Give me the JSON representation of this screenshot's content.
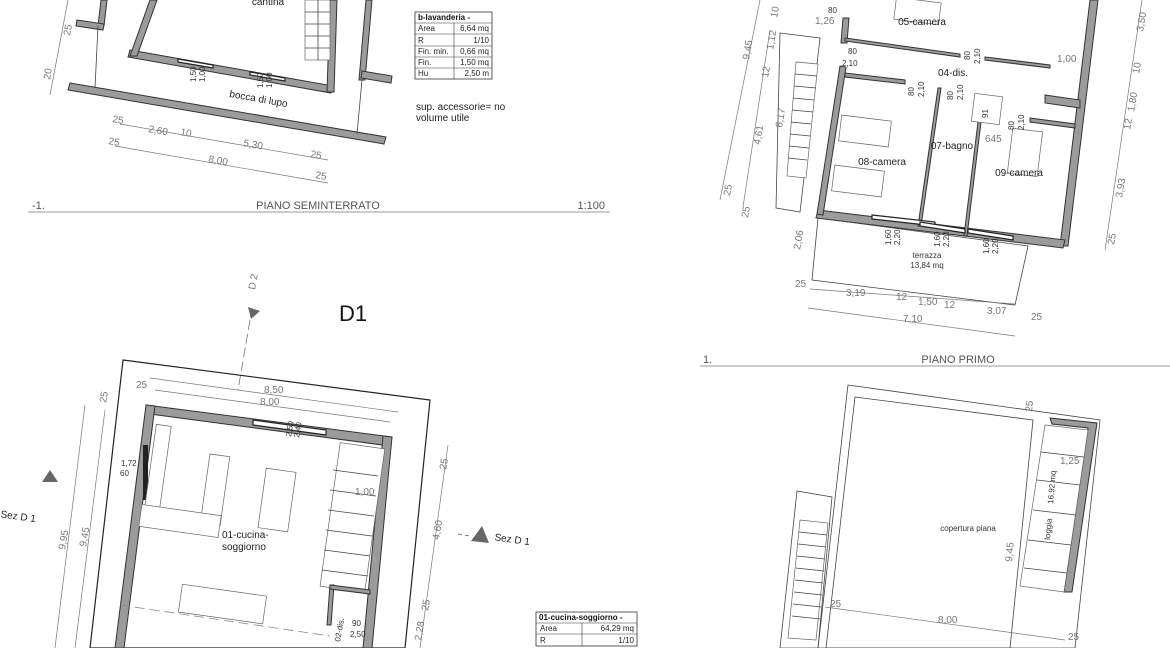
{
  "seminterrato": {
    "floor_number": "-1.",
    "title": "PIANO SEMINTERRATO",
    "scale": "1:100",
    "rooms": {
      "cantina": "cantina",
      "bocca": "bocca di lupo"
    },
    "windows": [
      {
        "w": "1,50",
        "h": "1,00"
      },
      {
        "w": "1,50",
        "h": "1,00"
      }
    ],
    "dims": {
      "d25a": "25",
      "d260": "2,60",
      "d10": "10",
      "d530": "5,30",
      "d25b": "25",
      "d25c": "25",
      "d800": "8,00",
      "d25d": "25",
      "left25": "25",
      "left20": "20"
    },
    "table": {
      "header": "b-lavanderia -",
      "rows": [
        {
          "k": "Area",
          "v": "6,64 mq"
        },
        {
          "k": "R",
          "v": "1/10"
        },
        {
          "k": "Fin. min.",
          "v": "0,66 mq"
        },
        {
          "k": "Fin.",
          "v": "1,50 mq"
        },
        {
          "k": "Hu",
          "v": "2,50 m"
        }
      ]
    },
    "note_line1": "sup. accessorie= no",
    "note_line2": "volume utile"
  },
  "primo": {
    "floor_number": "1.",
    "title": "PIANO PRIMO",
    "rooms": {
      "r05": "05-camera",
      "r04": "04-dis.",
      "r08": "08-camera",
      "r07": "07-bagno",
      "r09": "09-camera",
      "terrazza": "terrazza",
      "terrazza_area": "13,84 mq"
    },
    "doors": [
      {
        "w": "80",
        "h": "2,10"
      },
      {
        "w": "80",
        "h": "2,10"
      },
      {
        "w": "80",
        "h": "2,10"
      },
      {
        "w": "80",
        "h": "2,10"
      },
      {
        "w": "80",
        "h": "2,10"
      }
    ],
    "windows": [
      {
        "w": "1,60",
        "h": "2,20"
      },
      {
        "w": "1,60",
        "h": "2,20"
      },
      {
        "w": "1,60",
        "h": "2,20"
      }
    ],
    "dims": {
      "b25": "25",
      "b319": "3,19",
      "b12a": "12",
      "b150": "1,50",
      "b12b": "12",
      "b307": "3,07",
      "b25b": "25",
      "b710": "7,10",
      "l945": "9,45",
      "l112": "1,12",
      "l12": "12",
      "l10": "10",
      "l617": "6,17",
      "l461": "4,61",
      "l25a": "25",
      "l25b": "25",
      "l206": "2,06",
      "l126": "1,26",
      "l80": "80",
      "r350": "3,50",
      "r10": "10",
      "r180": "1,80",
      "r12": "12",
      "r393": "3,93",
      "r25": "25",
      "s100": "1,00",
      "b91": "91",
      "b645": "645"
    }
  },
  "terra": {
    "title": "D1",
    "section_d2": "D 2",
    "section_left": "Sez D 1",
    "section_right": "Sez D 1",
    "rooms": {
      "r01a": "01-cucina-",
      "r01b": "soggiorno",
      "r02": "02-dis."
    },
    "dims": {
      "t25": "25",
      "t850": "8,50",
      "t800": "8,00",
      "w250": "2,50",
      "w240": "2,40",
      "w172": "1,72",
      "w60": "60",
      "s100": "1,00",
      "r25a": "25",
      "r460": "4,60",
      "r25b": "25",
      "r228": "2,28",
      "l995": "9,95",
      "l945": "9,45",
      "l25": "25",
      "d90": "90",
      "d250": "2,50"
    },
    "table": {
      "header": "01-cucina-soggiorno -",
      "rows": [
        {
          "k": "Area",
          "v": "64,29 mq"
        },
        {
          "k": "R",
          "v": "1/10"
        }
      ]
    }
  },
  "copertura": {
    "label": "copertura piana",
    "loggia": "loggia",
    "loggia_area": "16,92 mq",
    "dims": {
      "d125": "1,25",
      "d25a": "25",
      "d945": "9,45",
      "d800": "8,00",
      "d25b": "25",
      "d25c": "25"
    }
  }
}
